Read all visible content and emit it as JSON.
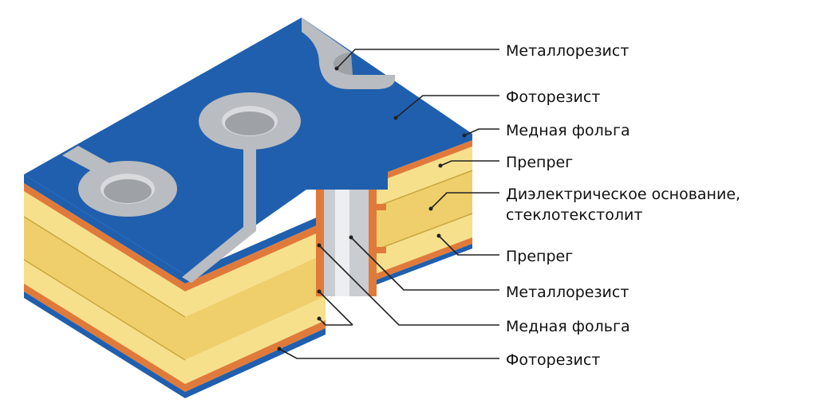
{
  "labels": {
    "resist_top": "Металлорезист",
    "photoresist_top": "Фоторезист",
    "copper_top": "Медная фольга",
    "prepreg_top": "Препрег",
    "dielectric_line1": "Диэлектрическое основание,",
    "dielectric_line2": "стеклотекстолит",
    "prepreg_bottom": "Препрег",
    "resist_via": "Металлорезист",
    "copper_inner": "Медная фольга",
    "photoresist_bottom": "Фоторезист"
  },
  "colors": {
    "photoresist": "#1f5fae",
    "copper": "#e07a3a",
    "prepreg": "#f3da8a",
    "core": "#e9c96a",
    "metal": "#b9bcc0",
    "leader": "#222222"
  }
}
